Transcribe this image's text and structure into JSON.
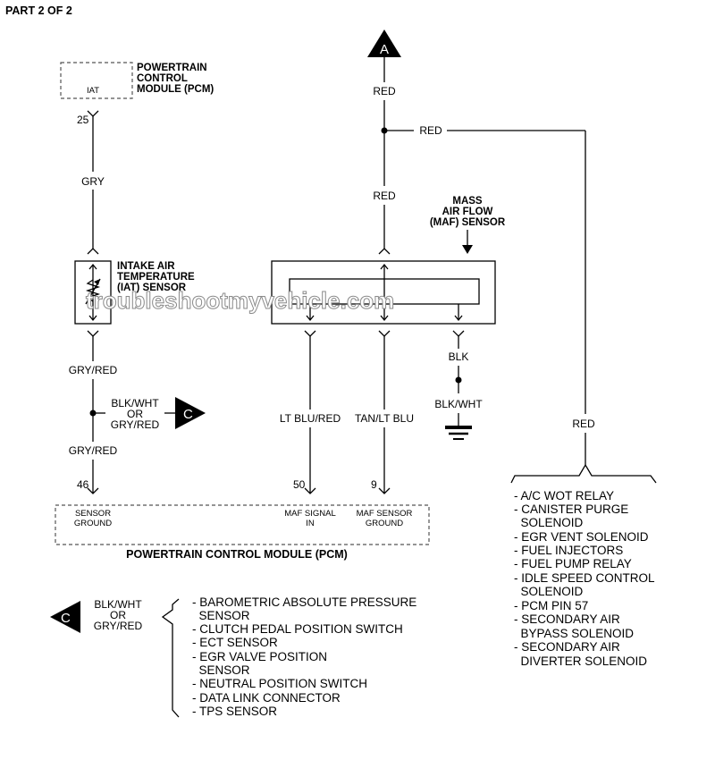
{
  "header": {
    "part": "PART 2 OF 2"
  },
  "watermark": "troubleshootmyvehicle.com",
  "connectors": {
    "a": "A",
    "c": "C"
  },
  "pcm_top": {
    "pin_label": "IAT",
    "title_lines": [
      "POWERTRAIN",
      "CONTROL",
      "MODULE (PCM)"
    ],
    "pin": "25"
  },
  "iat_sensor": {
    "title_lines": [
      "INTAKE AIR",
      "TEMPERATURE",
      "(IAT) SENSOR"
    ]
  },
  "maf_sensor": {
    "title_lines": [
      "MASS",
      "AIR FLOW",
      "(MAF) SENSOR"
    ]
  },
  "wires": {
    "gry": "GRY",
    "gry_red_top": "GRY/RED",
    "gry_red_bottom": "GRY/RED",
    "c_splice_lines": [
      "BLK/WHT",
      "OR",
      "GRY/RED"
    ],
    "red_top": "RED",
    "red_branch": "RED",
    "red_maf": "RED",
    "red_right": "RED",
    "lt_blu_red": "LT BLU/RED",
    "tan_lt_blu": "TAN/LT BLU",
    "blk": "BLK",
    "blk_wht": "BLK/WHT"
  },
  "pcm_bottom": {
    "title": "POWERTRAIN CONTROL MODULE (PCM)",
    "pins": [
      {
        "number": "46",
        "label_lines": [
          "SENSOR",
          "GROUND"
        ]
      },
      {
        "number": "50",
        "label_lines": [
          "MAF SIGNAL",
          "IN"
        ]
      },
      {
        "number": "9",
        "label_lines": [
          "MAF SENSOR",
          "GROUND"
        ]
      }
    ]
  },
  "red_circuit_list": [
    "- A/C WOT RELAY",
    "- CANISTER PURGE",
    "  SOLENOID",
    "- EGR VENT SOLENOID",
    "- FUEL INJECTORS",
    "- FUEL PUMP RELAY",
    "- IDLE SPEED CONTROL",
    "  SOLENOID",
    "- PCM PIN 57",
    "- SECONDARY AIR",
    "  BYPASS SOLENOID",
    "- SECONDARY AIR",
    "  DIVERTER SOLENOID"
  ],
  "c_legend": {
    "wire_lines": [
      "BLK/WHT",
      "OR",
      "GRY/RED"
    ],
    "items": [
      "- BAROMETRIC ABSOLUTE PRESSURE",
      "  SENSOR",
      "- CLUTCH PEDAL POSITION SWITCH",
      "- ECT SENSOR",
      "- EGR VALVE POSITION",
      "  SENSOR",
      "- NEUTRAL POSITION SWITCH",
      "- DATA LINK CONNECTOR",
      "- TPS SENSOR"
    ]
  }
}
